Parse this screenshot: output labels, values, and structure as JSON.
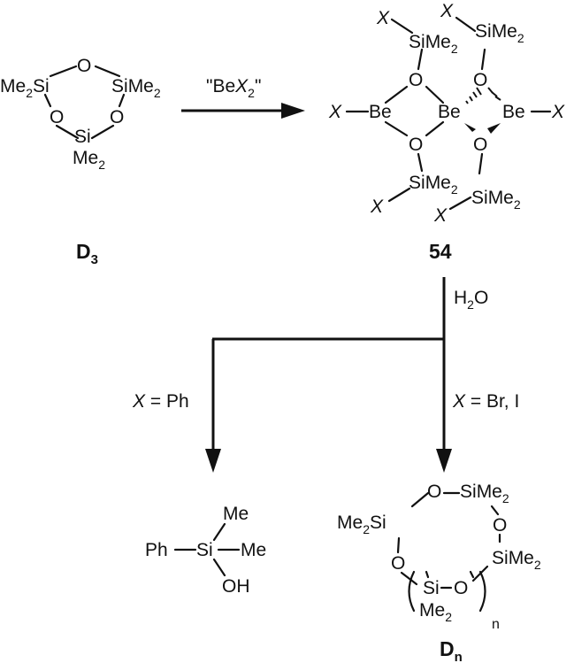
{
  "reactant": {
    "ring_atoms": {
      "o_top": "O",
      "si_left": "Si",
      "si_right": "Si",
      "o_left": "O",
      "o_right": "O",
      "si_bottom": "Si"
    },
    "me_left": "Me",
    "me_right": "Me",
    "me_bottom": "Me",
    "me_count": "2",
    "label_main": "D",
    "label_sub": "3"
  },
  "reagent": {
    "quote_open": "\"",
    "be": "Be",
    "x": "X",
    "x_count": "2",
    "quote_close": "\""
  },
  "product_54": {
    "label": "54",
    "x": "X",
    "be": "Be",
    "o": "O",
    "si": "Si",
    "me": "Me",
    "me_count": "2"
  },
  "hydrolysis": {
    "reagent_h": "H",
    "reagent_h_count": "2",
    "reagent_o": "O",
    "branch_left_x": "X",
    "branch_left_value": " = Ph",
    "branch_right_x": "X",
    "branch_right_value": " = Br, I"
  },
  "product_silanol": {
    "ph": "Ph",
    "si": "Si",
    "me_top": "Me",
    "me_right": "Me",
    "oh": "OH"
  },
  "product_dn": {
    "o": "O",
    "si": "Si",
    "me": "Me",
    "me_count": "2",
    "n": "n",
    "label_main": "D",
    "label_sub": "n"
  }
}
